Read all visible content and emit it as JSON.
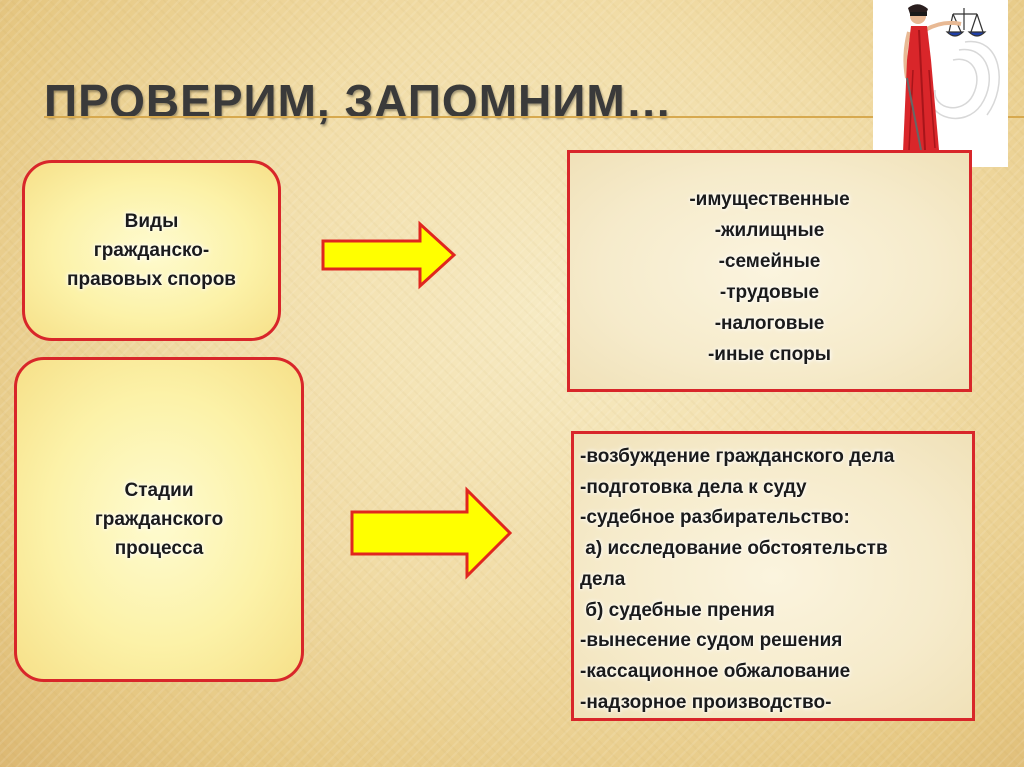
{
  "title": "ПРОВЕРИМ,  ЗАПОМНИМ…",
  "box1": {
    "lines": [
      "Виды",
      "гражданско-",
      "правовых  споров"
    ]
  },
  "box2": {
    "lines": [
      "Стадии",
      "гражданского",
      "процесса"
    ]
  },
  "list1": [
    "-имущественные",
    "-жилищные",
    "-семейные",
    "-трудовые",
    "-налоговые",
    "-иные споры"
  ],
  "list2": [
    "-возбуждение гражданского дела",
    "-подготовка дела к суду",
    "-судебное разбирательство:",
    " а) исследование обстоятельств",
    "дела",
    " б) судебные прения",
    "-вынесение судом решения",
    "-кассационное обжалование",
    "-надзорное производство-"
  ],
  "colors": {
    "border_red": "#d8262a",
    "arrow_fill": "#ffff00",
    "arrow_stroke": "#e0261f",
    "title_color": "#3a3a3a",
    "accent_line": "#d7a94f",
    "themis_dress": "#d9262a"
  },
  "icons": {
    "themis_image": "lady-justice-icon",
    "scales": "scales-icon"
  }
}
